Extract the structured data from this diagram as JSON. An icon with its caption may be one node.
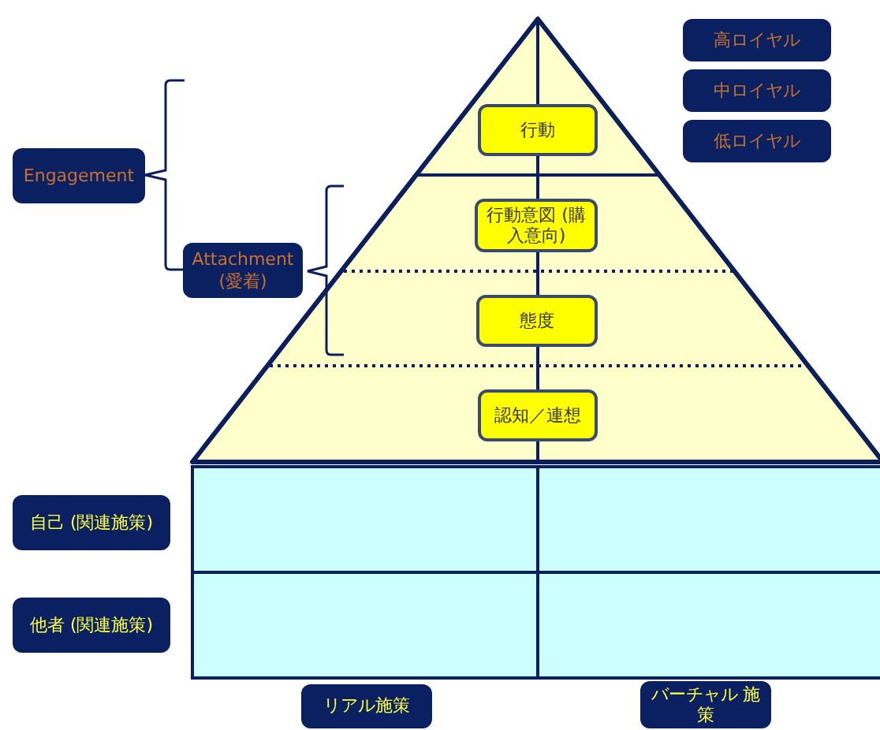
{
  "diagram": {
    "nodes": [
      {
        "text": [
          "高ロイヤル"
        ]
      },
      {
        "text": [
          "中ロイヤル"
        ]
      },
      {
        "text": [
          "低ロイヤル"
        ]
      },
      {
        "text": [
          "行動"
        ]
      },
      {
        "text": [
          "Engagement"
        ]
      },
      {
        "text": [
          "行動意図 (購入意向)"
        ]
      },
      {
        "text": [
          "Attachment (愛着)"
        ]
      },
      {
        "text": [
          "態度"
        ]
      },
      {
        "text": [
          "認知／連想"
        ]
      },
      {
        "text": [
          "自己 (関連施策)"
        ]
      },
      {
        "text": [
          "他者 (関連施策)"
        ]
      },
      {
        "text": [
          "リアル施策"
        ]
      },
      {
        "text": [
          "バーチャル 施策"
        ]
      }
    ]
  }
}
